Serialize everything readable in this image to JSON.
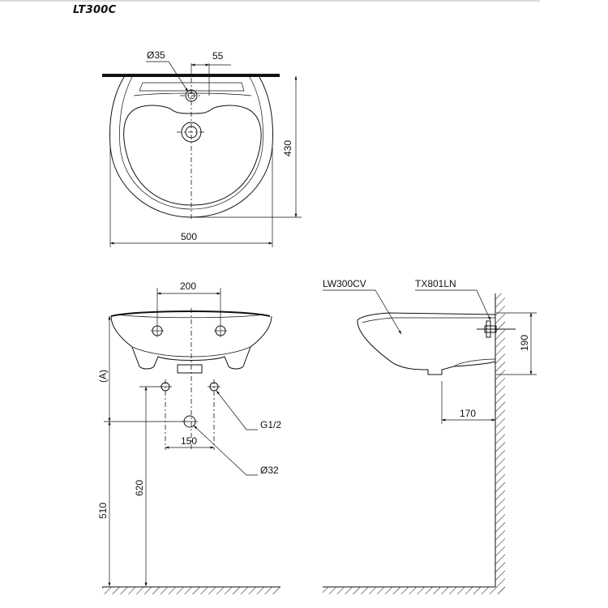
{
  "title": "LT300C",
  "top_view": {
    "d_tap_hole": "Ø35",
    "tap_offset": "55",
    "depth": "430",
    "width": "500"
  },
  "front_view": {
    "screw_spacing": "200",
    "height_ref": "(A)",
    "supply_spacing": "150",
    "supply_thread": "G1/2",
    "drain_diameter": "Ø32",
    "drain_height": "510",
    "supply_height": "620"
  },
  "side_view": {
    "basin_model": "LW300CV",
    "bracket_model": "TX801LN",
    "bracket_height": "190",
    "drain_projection": "170"
  }
}
